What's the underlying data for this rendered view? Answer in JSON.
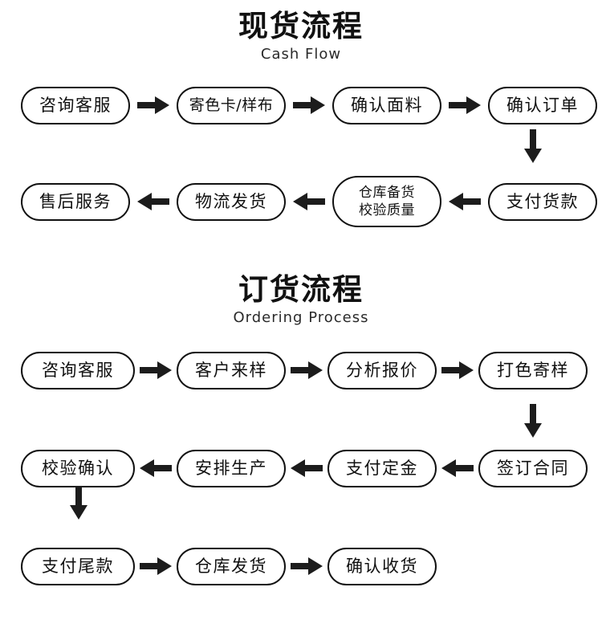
{
  "page": {
    "background": "#ffffff",
    "ink": "#111111"
  },
  "sections": [
    {
      "id": "cash-flow",
      "title_cn": "现货流程",
      "title_en": "Cash  Flow",
      "rows": [
        {
          "direction": "right",
          "nodes": [
            {
              "lines": [
                "咨询客服"
              ]
            },
            {
              "lines": [
                "寄色卡/样布"
              ]
            },
            {
              "lines": [
                "确认面料"
              ]
            },
            {
              "lines": [
                "确认订单"
              ]
            }
          ]
        },
        {
          "direction": "left",
          "nodes": [
            {
              "lines": [
                "售后服务"
              ]
            },
            {
              "lines": [
                "物流发货"
              ]
            },
            {
              "lines": [
                "仓库备货",
                "校验质量"
              ]
            },
            {
              "lines": [
                "支付货款"
              ]
            }
          ]
        }
      ],
      "connector": {
        "icon": "arrow-down-icon",
        "side": "right"
      }
    },
    {
      "id": "ordering-process",
      "title_cn": "订货流程",
      "title_en": "Ordering  Process",
      "rows": [
        {
          "direction": "right",
          "nodes": [
            {
              "lines": [
                "咨询客服"
              ]
            },
            {
              "lines": [
                "客户来样"
              ]
            },
            {
              "lines": [
                "分析报价"
              ]
            },
            {
              "lines": [
                "打色寄样"
              ]
            }
          ]
        },
        {
          "direction": "left",
          "nodes": [
            {
              "lines": [
                "校验确认"
              ]
            },
            {
              "lines": [
                "安排生产"
              ]
            },
            {
              "lines": [
                "支付定金"
              ]
            },
            {
              "lines": [
                "签订合同"
              ]
            }
          ]
        },
        {
          "direction": "right",
          "nodes": [
            {
              "lines": [
                "支付尾款"
              ]
            },
            {
              "lines": [
                "仓库发货"
              ]
            },
            {
              "lines": [
                "确认收货"
              ]
            }
          ]
        }
      ],
      "connectors": [
        {
          "icon": "arrow-down-icon",
          "side": "right"
        },
        {
          "icon": "arrow-down-icon",
          "side": "left"
        }
      ]
    }
  ],
  "icons": {
    "arrow_right": "arrow-right-icon",
    "arrow_left": "arrow-left-icon",
    "arrow_down": "arrow-down-icon"
  }
}
